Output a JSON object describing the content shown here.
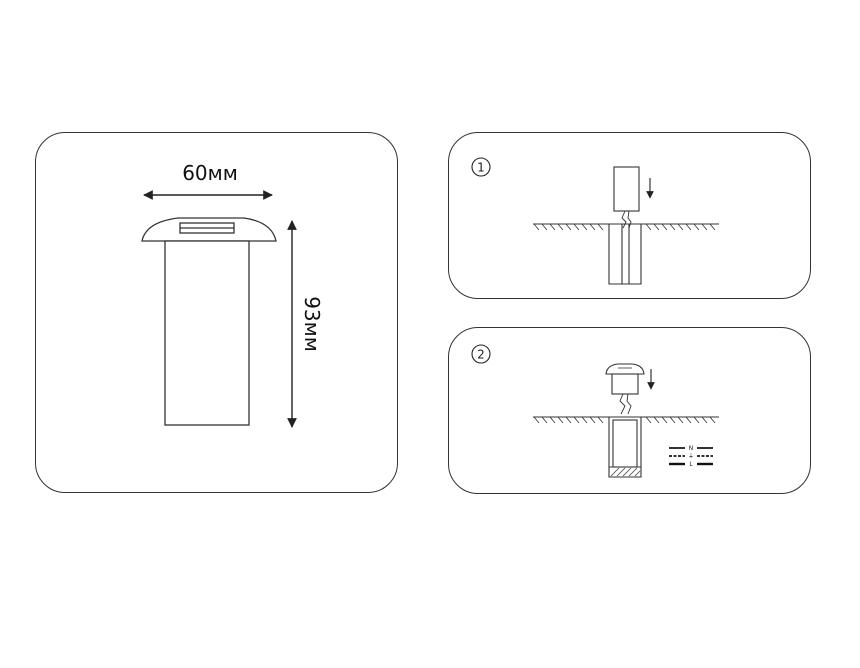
{
  "dimensions": {
    "width_label": "60мм",
    "height_label": "93мм"
  },
  "steps": [
    {
      "number": "1"
    },
    {
      "number": "2"
    }
  ],
  "wiring": {
    "labels": [
      "N",
      "⏚",
      "L"
    ]
  },
  "colors": {
    "line": "#333333",
    "background": "#ffffff"
  }
}
